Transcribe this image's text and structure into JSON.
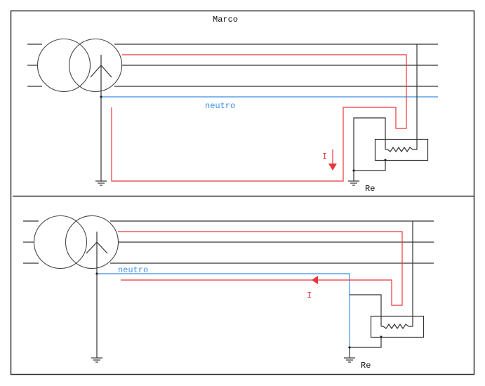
{
  "diagram": {
    "title": "Marco",
    "colors": {
      "line": "#333333",
      "fault_current": "#e8363a",
      "neutral": "#3a8ee6"
    },
    "top_panel": {
      "neutral_label": "neutro",
      "current_label": "I",
      "earth_resistance_label": "Re",
      "current_direction": "down"
    },
    "bottom_panel": {
      "neutral_label": "neutro",
      "current_label": "I",
      "earth_resistance_label": "Re",
      "current_direction": "left"
    }
  }
}
